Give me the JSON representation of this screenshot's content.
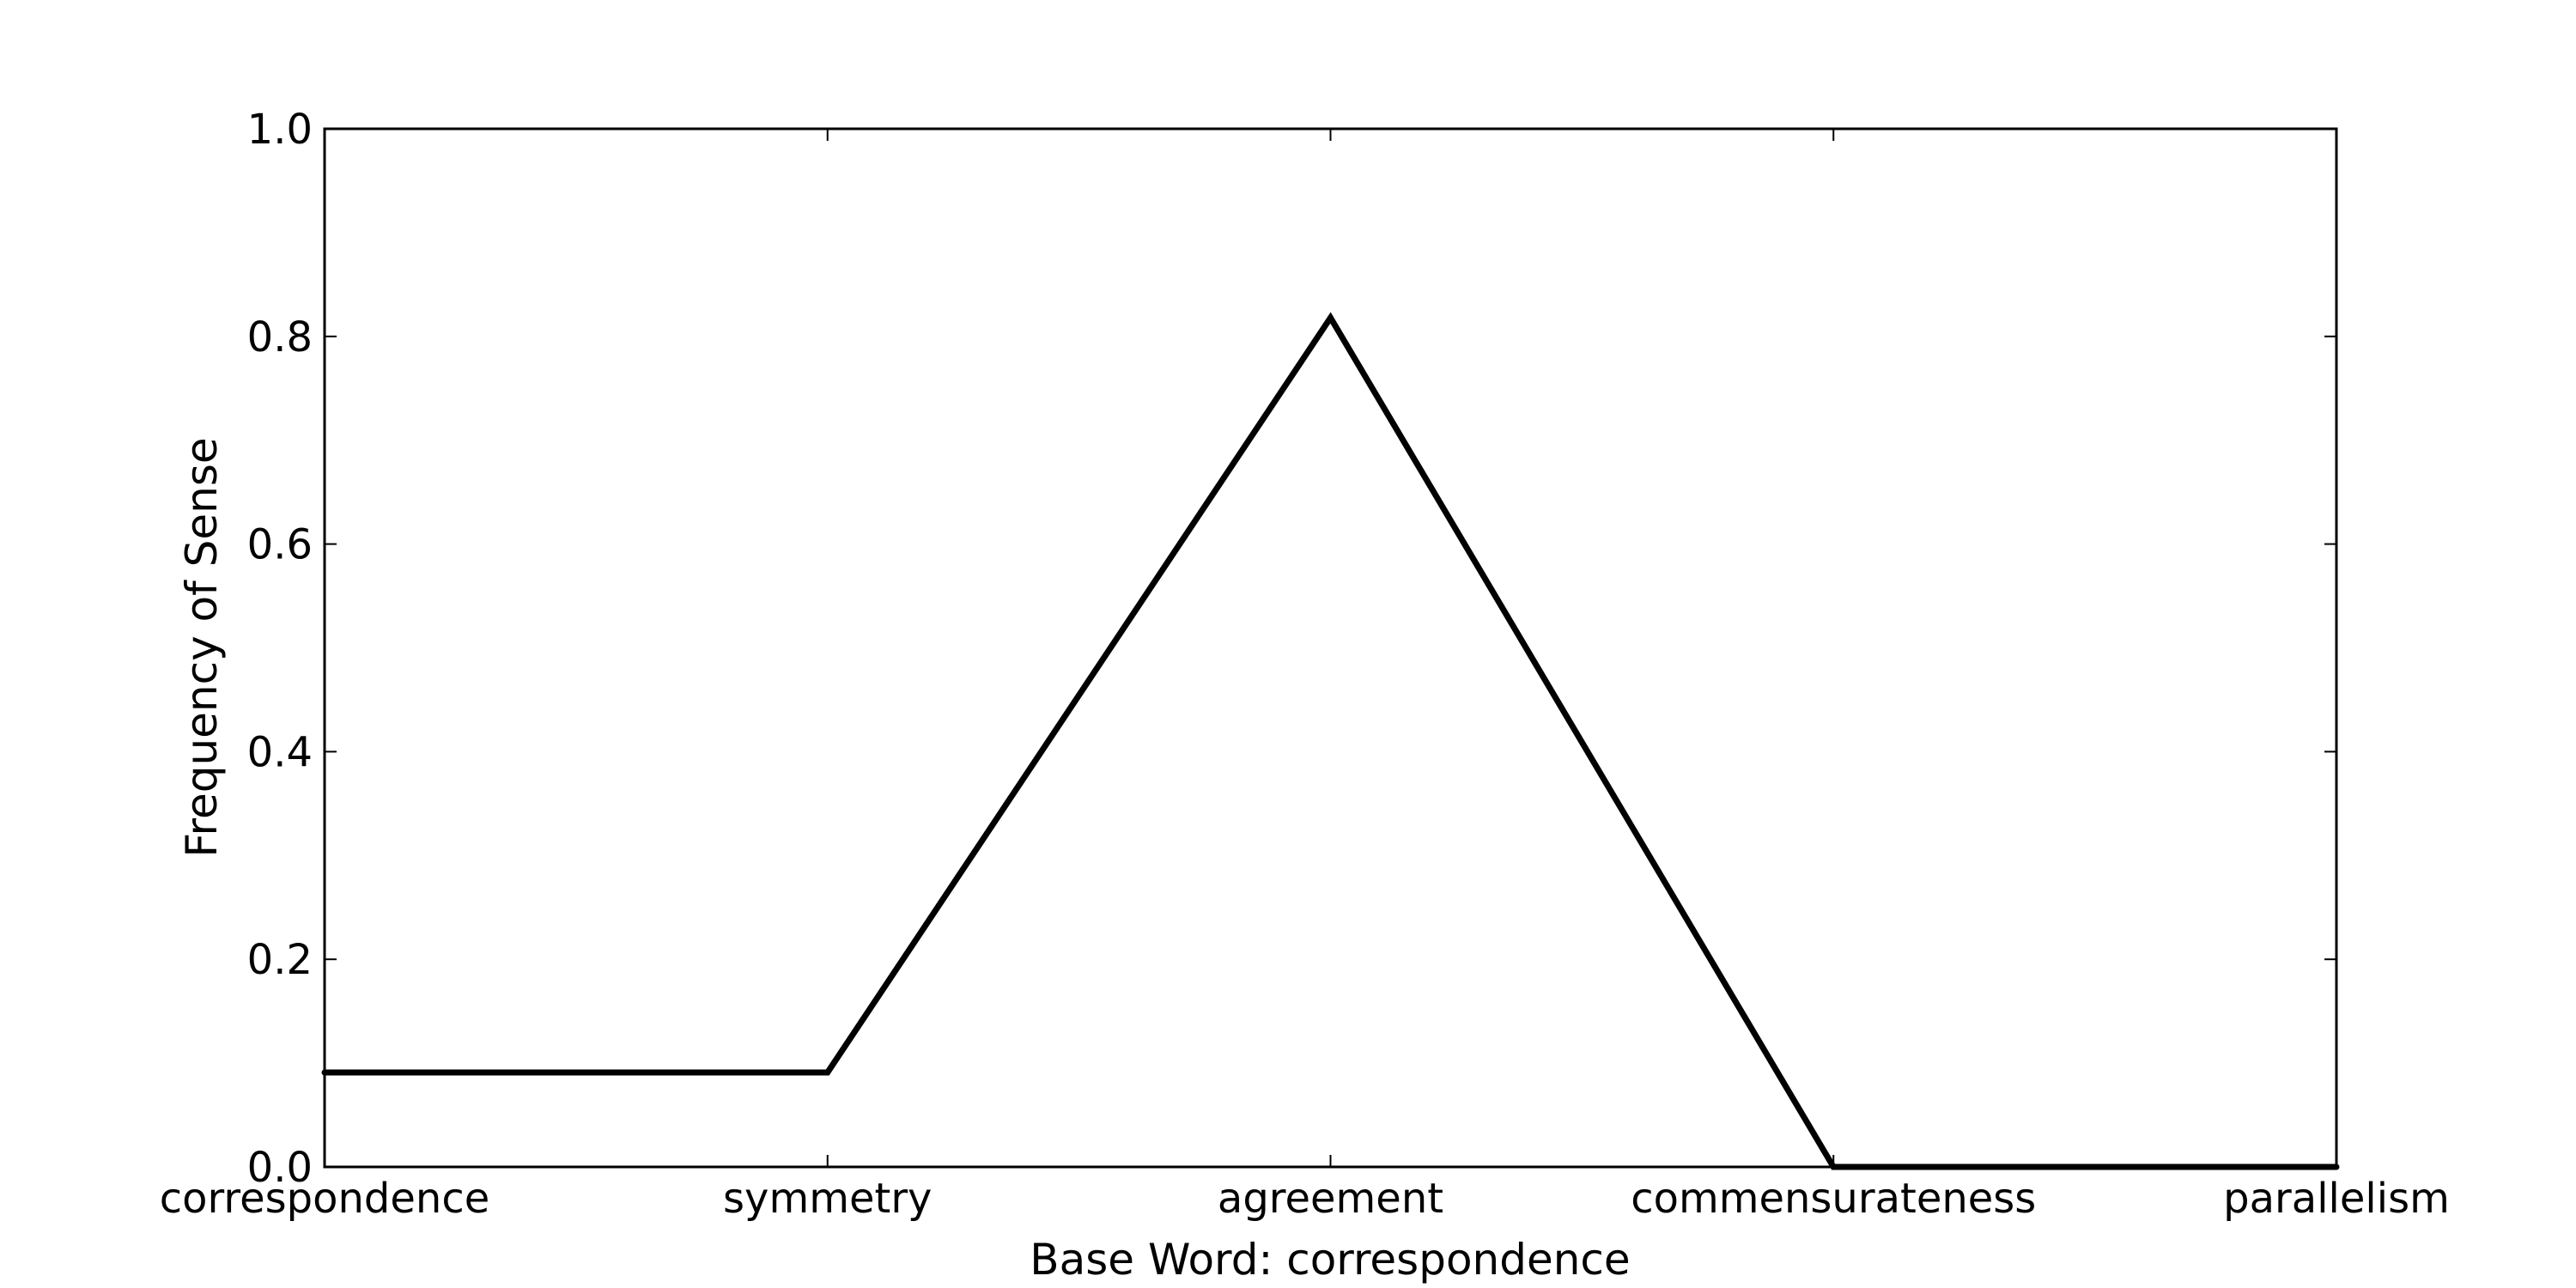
{
  "chart_data": {
    "type": "line",
    "categories": [
      "correspondence",
      "symmetry",
      "agreement",
      "commensurateness",
      "parallelism"
    ],
    "series": [
      {
        "values": [
          0.091,
          0.091,
          0.818,
          0.0,
          0.0
        ]
      }
    ],
    "xlabel": "Base Word: correspondence",
    "ylabel": "Frequency of Sense",
    "ylim": [
      0.0,
      1.0
    ],
    "yticks": [
      "0.0",
      "0.2",
      "0.4",
      "0.6",
      "0.8",
      "1.0"
    ],
    "grid": false,
    "line_color": "#000000"
  }
}
